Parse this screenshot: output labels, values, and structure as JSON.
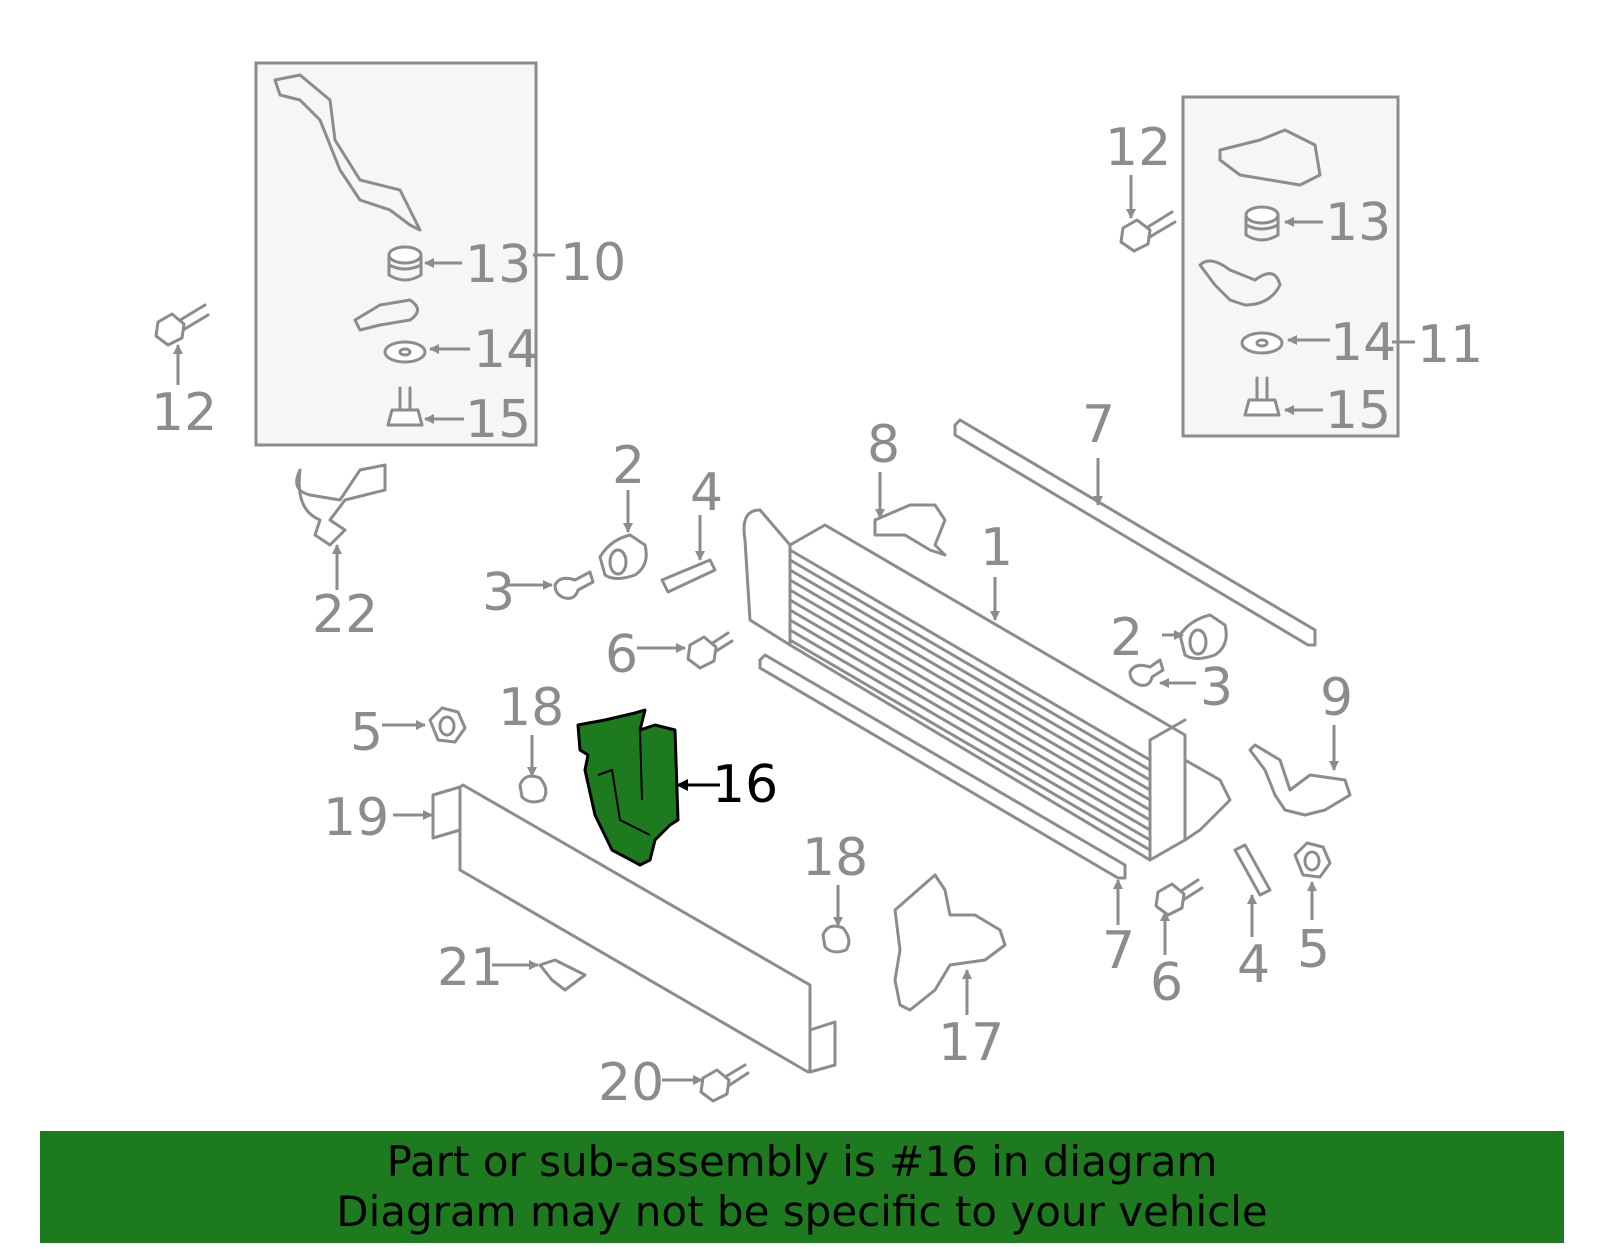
{
  "callouts": {
    "c1": "1",
    "c2a": "2",
    "c2b": "2",
    "c3a": "3",
    "c3b": "3",
    "c4a": "4",
    "c4b": "4",
    "c5a": "5",
    "c5b": "5",
    "c6a": "6",
    "c6b": "6",
    "c7a": "7",
    "c7b": "7",
    "c8": "8",
    "c9": "9",
    "c10": "10",
    "c11": "11",
    "c12a": "12",
    "c12b": "12",
    "c13a": "13",
    "c13b": "13",
    "c14a": "14",
    "c14b": "14",
    "c15a": "15",
    "c15b": "15",
    "c16": "16",
    "c17": "17",
    "c18a": "18",
    "c18b": "18",
    "c19": "19",
    "c20": "20",
    "c21": "21",
    "c22": "22"
  },
  "footer": {
    "line1": "Part or sub-assembly is #16 in diagram",
    "line2": "Diagram may not be specific to your vehicle"
  },
  "colors": {
    "highlight": "#1e7a1e",
    "line": "#8c8c8c",
    "footer_bg": "#1e7a1e"
  }
}
